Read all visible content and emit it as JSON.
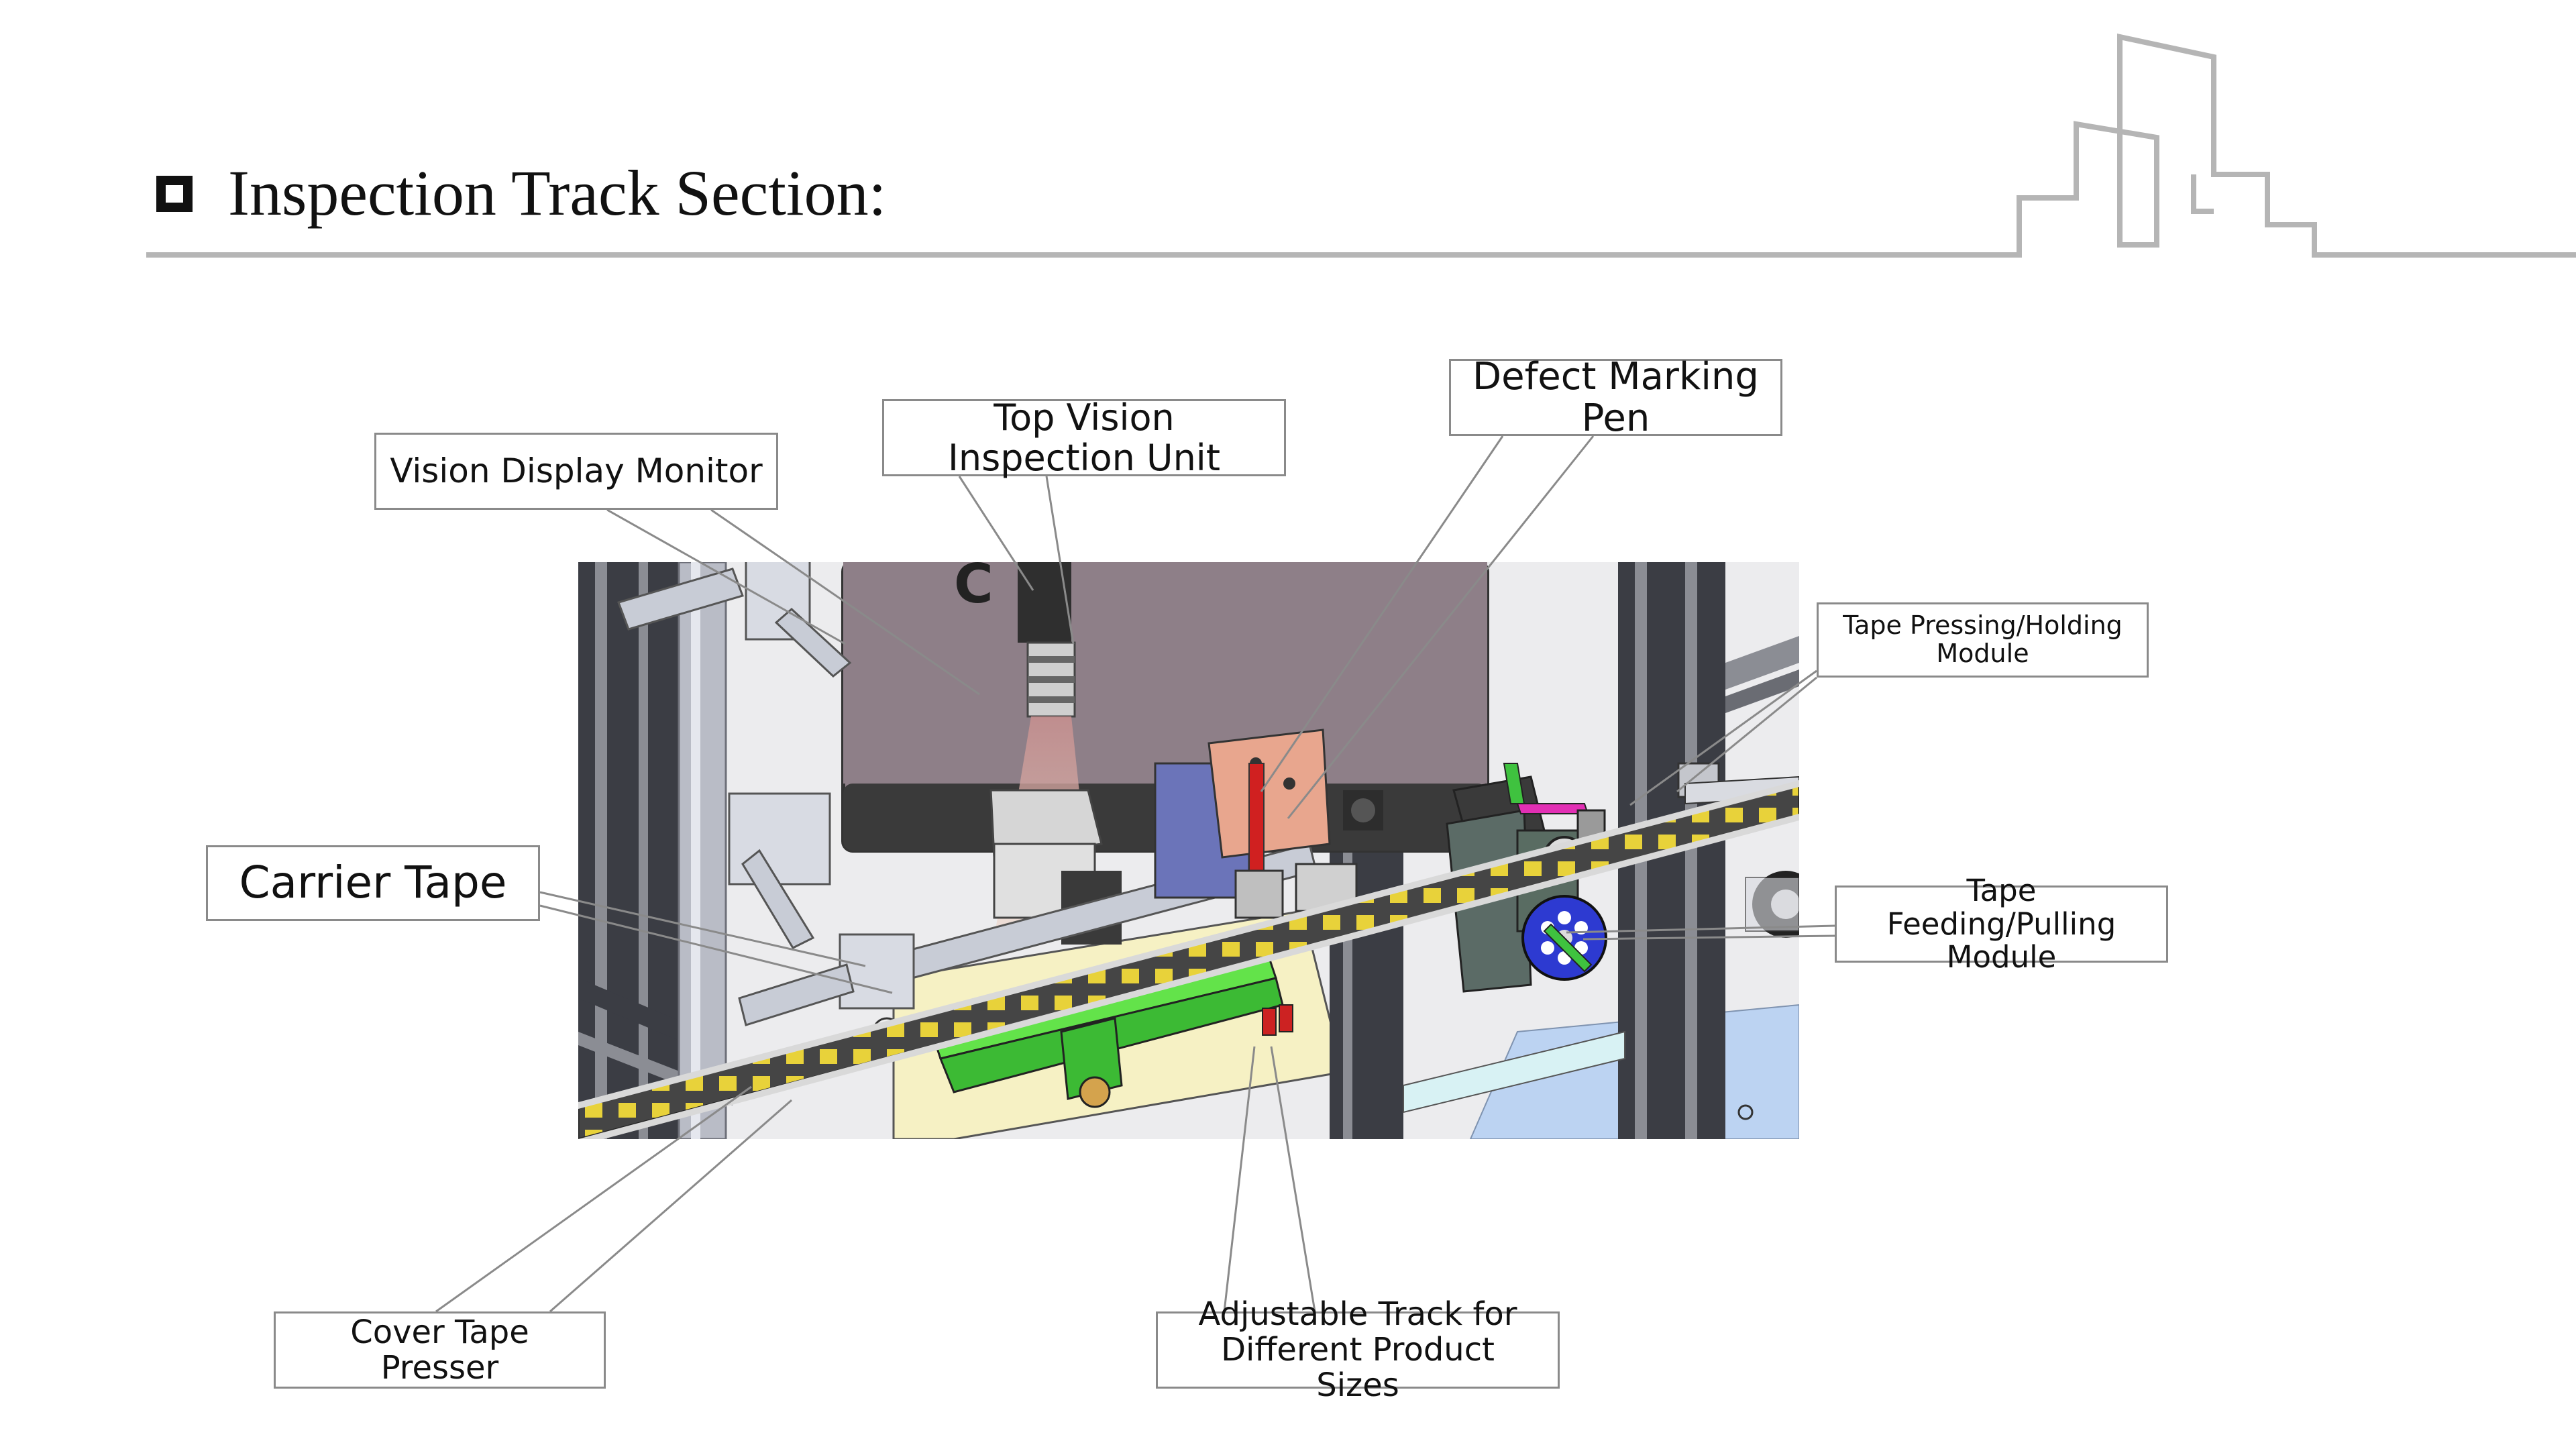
{
  "title": "Inspection Track Section:",
  "labels": {
    "vision_display_monitor": "Vision Display Monitor",
    "top_vision_inspection_unit": "Top Vision\nInspection Unit",
    "defect_marking_pen": "Defect Marking\nPen",
    "tape_pressing_holding_module": "Tape Pressing/Holding\nModule",
    "carrier_tape": "Carrier Tape",
    "tape_feeding_pulling_module": "Tape\nFeeding/Pulling\nModule",
    "cover_tape_presser": "Cover Tape\nPresser",
    "adjustable_track": "Adjustable Track for\nDifferent Product\nSizes"
  },
  "colors": {
    "frame": "#3b3d44",
    "monitor_screen": "#8e7f88",
    "tape_dark": "#3f3f3f",
    "tape_pocket": "#e8d23a",
    "green_track": "#4fd33a",
    "cream_plate": "#f6f1c4",
    "blue_base": "#bcd3f2",
    "peach_block": "#e8a68e",
    "pitch_bg": "#d9d9d9"
  }
}
